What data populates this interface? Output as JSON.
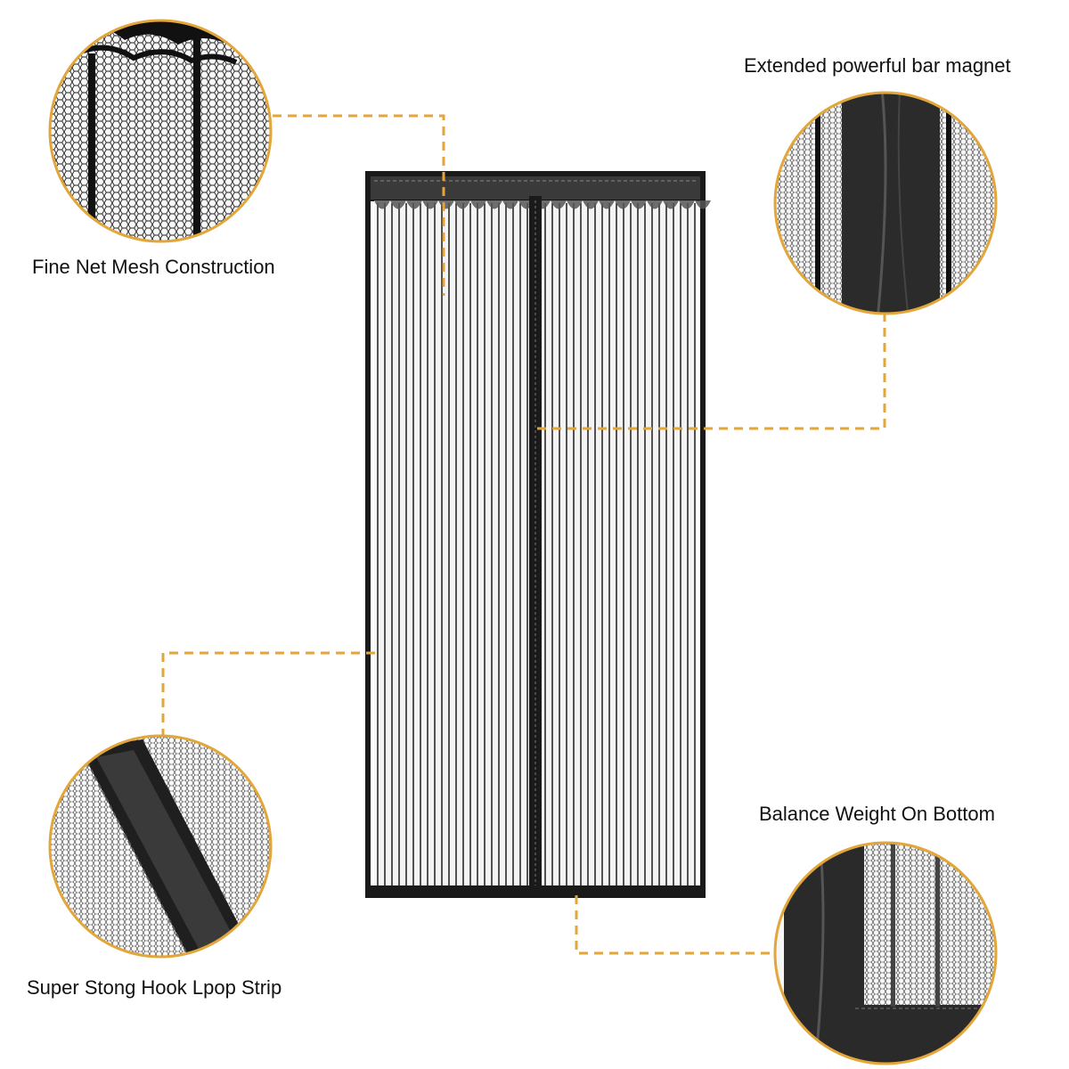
{
  "callouts": {
    "mesh": {
      "label": "Fine Net Mesh Construction"
    },
    "magnet": {
      "label": "Extended powerful bar magnet"
    },
    "hook": {
      "label": "Super Stong Hook Lpop Strip"
    },
    "weight": {
      "label": "Balance Weight On Bottom"
    }
  },
  "colors": {
    "accent": "#e2a63a",
    "frame": "#1a1a1a",
    "mesh": "#222222",
    "background": "#ffffff"
  }
}
